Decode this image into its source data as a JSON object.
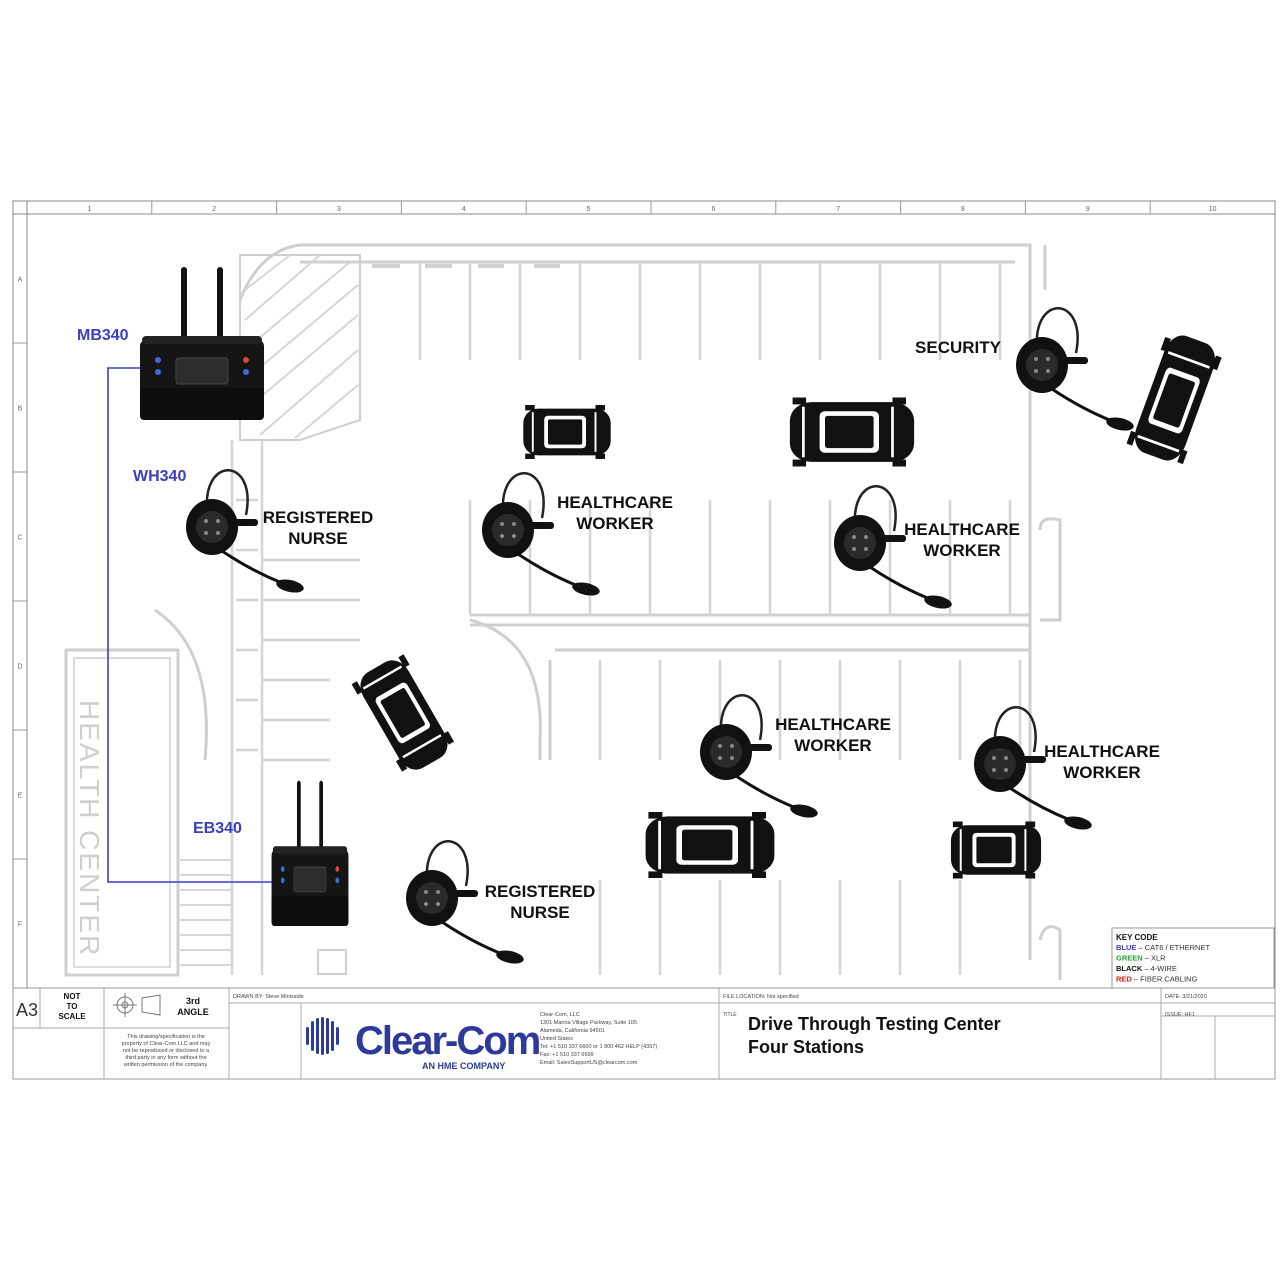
{
  "border": {
    "columns": [
      "1",
      "2",
      "3",
      "4",
      "5",
      "6",
      "7",
      "8",
      "9",
      "10"
    ],
    "rows": [
      "A",
      "B",
      "C",
      "D",
      "E",
      "F"
    ]
  },
  "building": {
    "label": "HEALTH CENTER"
  },
  "devices": {
    "main_base": "MB340",
    "headset_model": "WH340",
    "extension_base": "EB340"
  },
  "stations": [
    {
      "line1": "SECURITY",
      "line2": ""
    },
    {
      "line1": "REGISTERED",
      "line2": "NURSE"
    },
    {
      "line1": "HEALTHCARE",
      "line2": "WORKER"
    },
    {
      "line1": "HEALTHCARE",
      "line2": "WORKER"
    },
    {
      "line1": "HEALTHCARE",
      "line2": "WORKER"
    },
    {
      "line1": "HEALTHCARE",
      "line2": "WORKER"
    },
    {
      "line1": "REGISTERED",
      "line2": "NURSE"
    }
  ],
  "key_code": {
    "title": "KEY CODE",
    "items": [
      {
        "name": "BLUE",
        "desc": " – CAT6 / ETHERNET",
        "color": "#3a3fbf"
      },
      {
        "name": "GREEN",
        "desc": " – XLR",
        "color": "#2a9a3a"
      },
      {
        "name": "BLACK",
        "desc": " – 4-WIRE",
        "color": "#111111"
      },
      {
        "name": "RED",
        "desc": " – FIBER CABLING",
        "color": "#d42020"
      }
    ]
  },
  "title_block": {
    "sheet_size": "A3",
    "scale": [
      "NOT",
      "TO",
      "SCALE"
    ],
    "angle": [
      "3rd",
      "ANGLE"
    ],
    "disclaimer": [
      "This drawing/specification is the",
      "property of Clear-Com LLC and may",
      "not be reproduced or disclosed to a",
      "third party in any form without the",
      "written permission of the company."
    ],
    "drawn_by": "DRAWN BY:  Steve Minisside",
    "logo_name": "Clear-Com",
    "logo_sub": "AN HME COMPANY",
    "address": [
      "Clear-Com, LLC",
      "1301 Marina Village Parkway, Suite 105",
      "Alameda, California 94501",
      "United States",
      "Tel: +1 510 337 6600 or 1 800 462 HELP (4357)",
      "Fax: +1 510 337 6699",
      "Email: SalesSupportUS@clearcom.com"
    ],
    "file_location": "FILE LOCATION:  Not specified",
    "title_prefix": "TITLE",
    "title_line1": "Drive Through Testing Center",
    "title_line2": "Four Stations",
    "date": "DATE: 3/21/2020",
    "issue": "ISSUE:  HF1"
  },
  "colors": {
    "accent": "#3a3fbf",
    "brand": "#2d3a9a",
    "lot_lines": "#cfcfcf"
  }
}
